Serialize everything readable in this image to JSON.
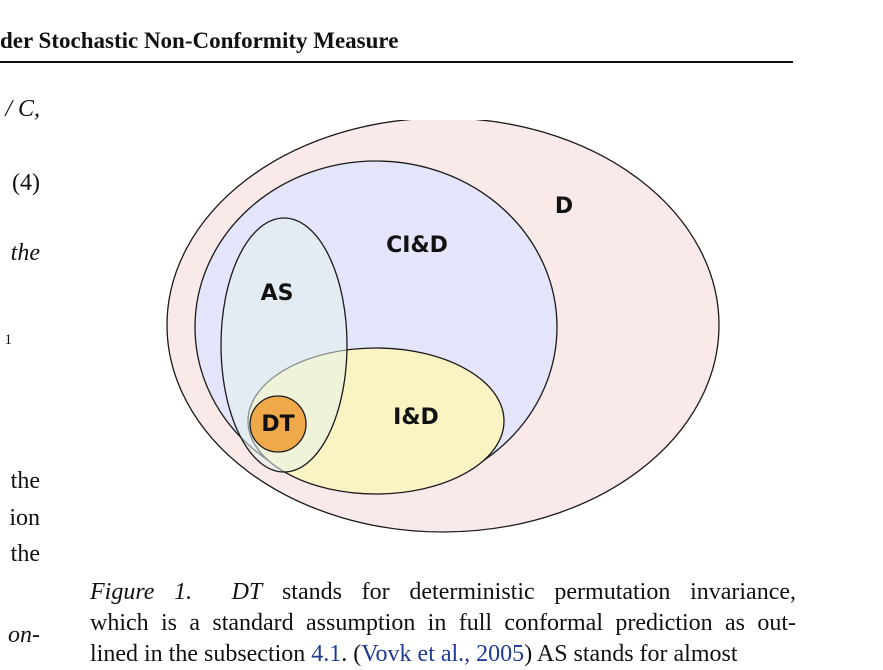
{
  "header": {
    "title": "der Stochastic Non-Conformity Measure"
  },
  "left_column_fragments": [
    {
      "text": "C,",
      "prefix": "/",
      "style": "italic"
    },
    {
      "text": "(4)",
      "style": "normal"
    },
    {
      "text": "the",
      "style": "italic"
    },
    {
      "text": "1",
      "style": "small"
    },
    {
      "text": "the",
      "style": "normal"
    },
    {
      "text": "ion",
      "style": "normal"
    },
    {
      "text": "the",
      "style": "normal"
    },
    {
      "text": "on-",
      "style": "italic"
    }
  ],
  "figure": {
    "labels": {
      "outer": "D",
      "ci": "CI&D",
      "as": "AS",
      "id": "I&D",
      "dt": "DT"
    },
    "colors": {
      "outer_fill": "#f9e9e8",
      "ci_fill": "#e4e5fb",
      "as_fill": "#e3f3ec",
      "id_fill": "#faf3c4",
      "dt_fill": "#f0a94a",
      "stroke": "#1a1a1a"
    }
  },
  "caption": {
    "figure_tag": "Figure 1.",
    "term_dt": "DT",
    "line1_rest": "stands for deterministic permutation invariance,",
    "line2": "which is a standard assumption in full conformal prediction as out-",
    "line3_start": "lined in the subsection",
    "line3_ref": "4.1",
    "line3_cite_open": ". (",
    "line3_cite": "Vovk et al., 2005",
    "line3_end": ") AS stands for almost"
  }
}
